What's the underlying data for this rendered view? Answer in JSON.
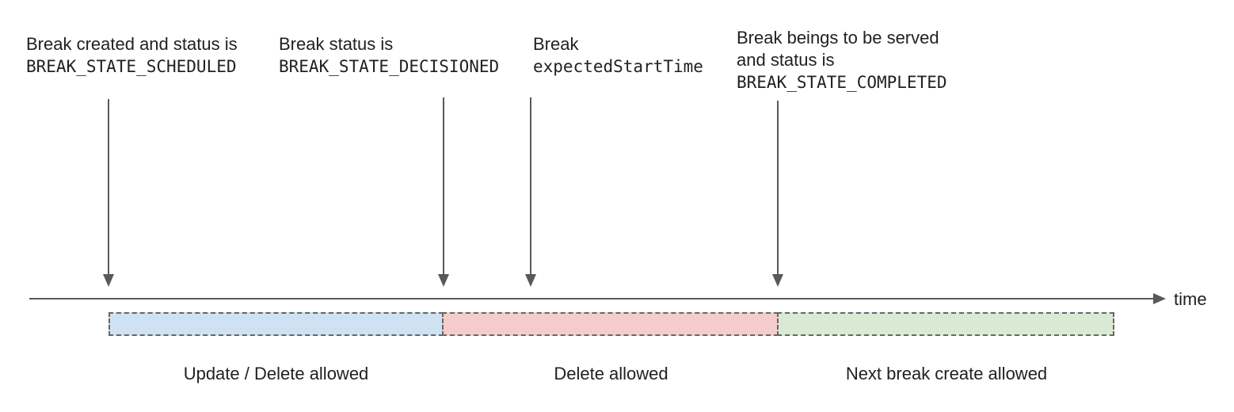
{
  "annotations": [
    {
      "text": "Break created and status is",
      "code": "BREAK_STATE_SCHEDULED"
    },
    {
      "text": "Break status is",
      "code": "BREAK_STATE_DECISIONED"
    },
    {
      "text": "Break",
      "code": "expectedStartTime"
    },
    {
      "text": "Break beings to be served",
      "text2": "and status is",
      "code": "BREAK_STATE_COMPLETED"
    }
  ],
  "timeline": {
    "axis_label": "time"
  },
  "segments": [
    {
      "label": "Update / Delete allowed",
      "color": "#cfe2f3"
    },
    {
      "label": "Delete allowed",
      "color": "#f4cccc"
    },
    {
      "label": "Next break create allowed",
      "color": "#d9ead3"
    }
  ],
  "colors": {
    "arrow_line": "#595959",
    "segment_border": "#666666",
    "text": "#212121"
  }
}
